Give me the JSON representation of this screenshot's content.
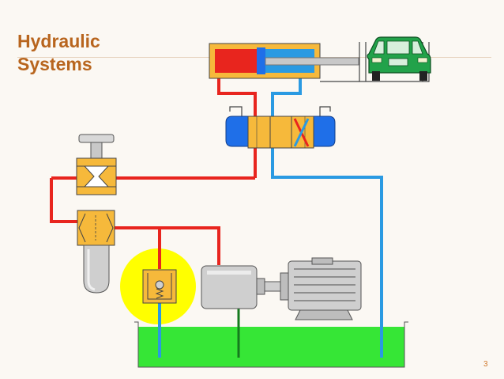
{
  "slide": {
    "title_line1": "Hydraulic",
    "title_line2": "Systems",
    "page_number": "3"
  },
  "colors": {
    "title": "#b8651e",
    "pressure_line": "#e8251e",
    "return_line": "#2a9ae2",
    "reservoir_fluid": "#36e636",
    "valve_body": "#f6b93b",
    "actuator_blue": "#1f6fe8",
    "highlight": "#ffff00",
    "car": "#22a24a"
  }
}
